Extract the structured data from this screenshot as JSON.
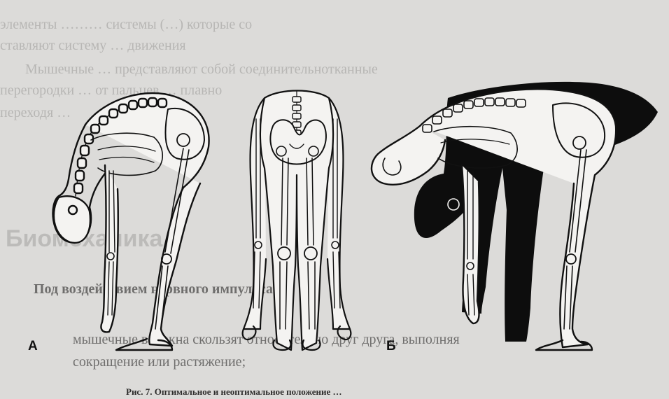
{
  "figure": {
    "label_a": "А",
    "label_b": "Б"
  },
  "background_text": {
    "line1": "элементы ……… системы (…) которые со",
    "line2": "ставляют систему … движения",
    "line3": "Мышечные … представляют собой соединительнотканные",
    "line4": "перегородки … от пальцев … плавно",
    "line5": "переходя …",
    "heading": "Биомеханика",
    "para1": "Под воздействием нервного импульса:",
    "para2": "мышечные волокна скользят относительно друг друга, выполняя",
    "para3": "сокращение или растяжение;"
  },
  "caption": "Рис. 7. Оптимальное и неоптимальное положение …",
  "colors": {
    "page": "#dcdbd9",
    "ink": "#111111",
    "fill_dark": "#0d0d0d",
    "paper_white": "#f4f3f1"
  }
}
